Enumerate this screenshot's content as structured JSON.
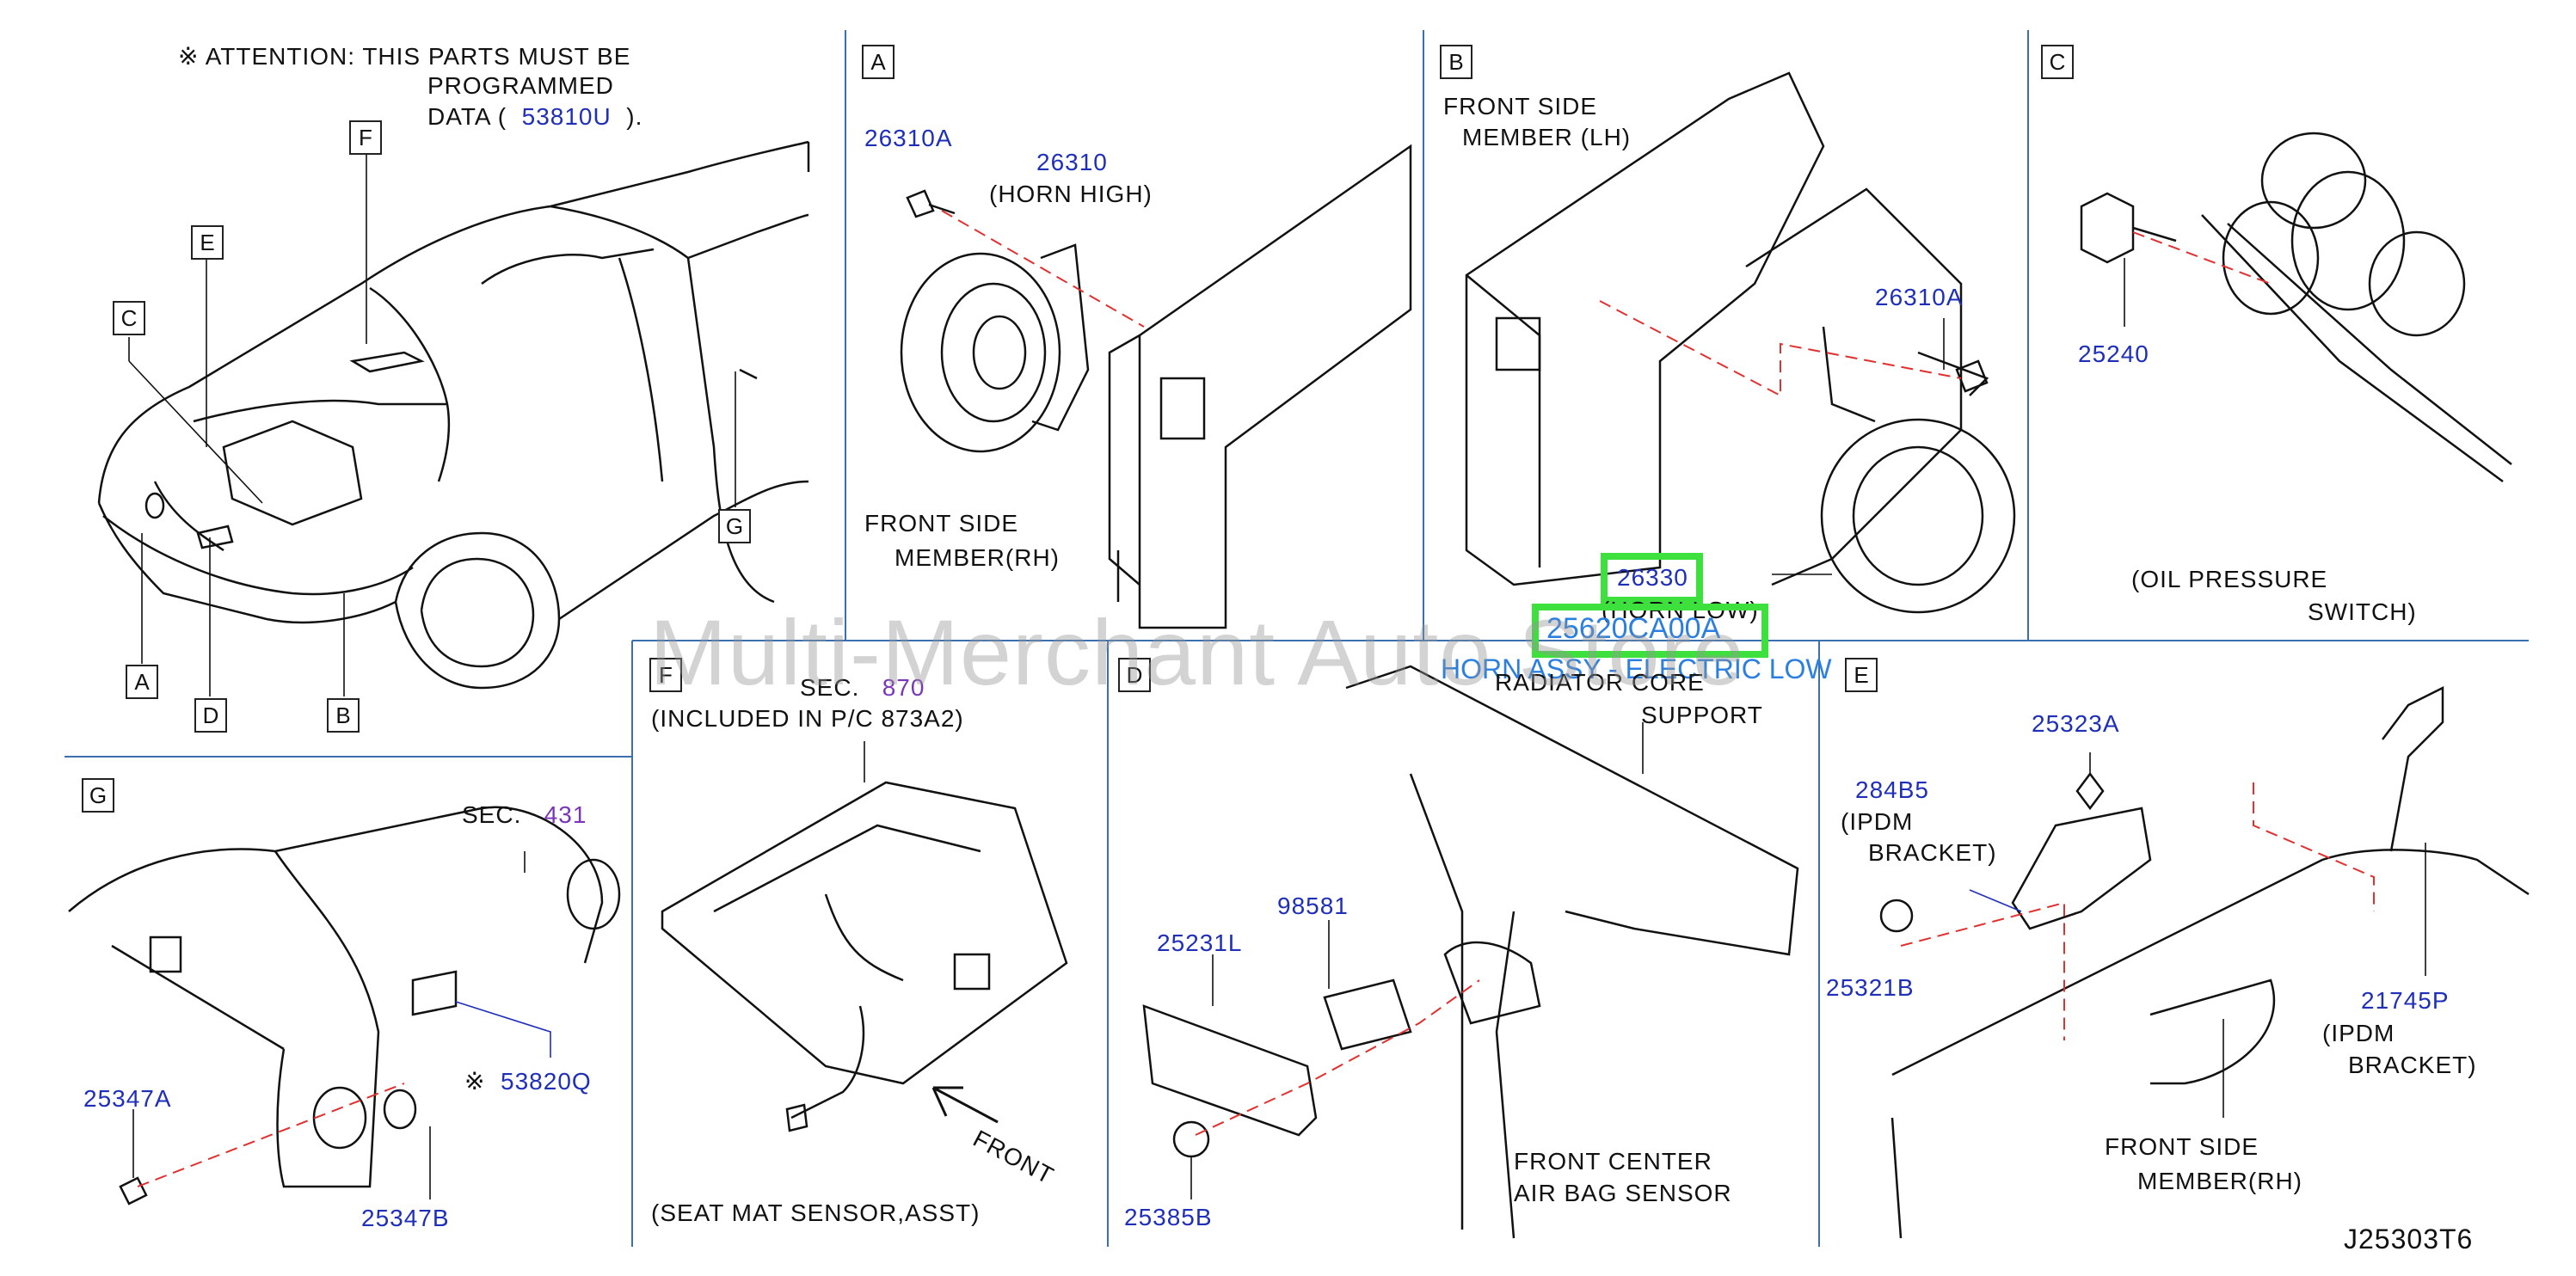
{
  "attention": {
    "line1": "※ ATTENTION:  THIS  PARTS  MUST  BE",
    "line2": "PROGRAMMED",
    "line3_prefix": "DATA  (",
    "line3_part": "53810U",
    "line3_suffix": ").",
    "callouts": {
      "F": "F",
      "E": "E",
      "C": "C",
      "G": "G",
      "A": "A",
      "D": "D",
      "B": "B"
    }
  },
  "panel_a": {
    "letter": "A",
    "part_bolt": "26310A",
    "part_horn": "26310",
    "horn_desc": "(HORN   HIGH)",
    "member_line1": "FRONT   SIDE",
    "member_line2": "MEMBER(RH)"
  },
  "panel_b": {
    "letter": "B",
    "member_line1": "FRONT   SIDE",
    "member_line2": "MEMBER   (LH)",
    "part_bolt": "26310A",
    "part_horn": "26330",
    "horn_desc": "(HORN   LOW)",
    "part_assy": "25620CA00A",
    "assy_desc": "HORN ASSY - ELECTRIC LOW",
    "radiator_line1": "RADIATOR   CORE",
    "radiator_line2": "SUPPORT"
  },
  "panel_c": {
    "letter": "C",
    "part_switch": "25240",
    "switch_line1": "(OIL   PRESSURE",
    "switch_line2": "SWITCH)"
  },
  "panel_g": {
    "letter": "G",
    "sec_prefix": "SEC.",
    "sec_num": "431",
    "part_bolt": "25347A",
    "part_nut": "25347B",
    "part_sensor": "53820Q",
    "sensor_mark": "※"
  },
  "panel_f": {
    "letter": "F",
    "sec_prefix": "SEC.",
    "sec_num": "870",
    "included": "(INCLUDED   IN   P/C   873A2)",
    "front": "FRONT",
    "caption": "(SEAT   MAT   SENSOR,ASST)"
  },
  "panel_d": {
    "letter": "D",
    "part_bracket": "98581",
    "part_cover": "25231L",
    "part_nut": "25385B",
    "sensor_line1": "FRONT   CENTER",
    "sensor_line2": "AIR  BAG  SENSOR"
  },
  "panel_e": {
    "letter": "E",
    "part_bolt": "25323A",
    "part_bracket_ipdm": "284B5",
    "ipdm1_line1": "(IPDM",
    "ipdm1_line2": "BRACKET)",
    "part_nut": "25321B",
    "part_bracket2": "21745P",
    "ipdm2_line1": "(IPDM",
    "ipdm2_line2": "BRACKET)",
    "member_line1": "FRONT   SIDE",
    "member_line2": "MEMBER(RH)"
  },
  "diagram_code": "J25303T6",
  "watermark": "Multi-Merchant Auto Store",
  "colors": {
    "part_blue": "#1f2fb8",
    "sec_purple": "#7a36b8",
    "highlight_green": "#3ee03e",
    "overlay_blue": "#2b7fe0",
    "leader_red": "#e03030",
    "divider_blue": "#3a6fb0"
  }
}
